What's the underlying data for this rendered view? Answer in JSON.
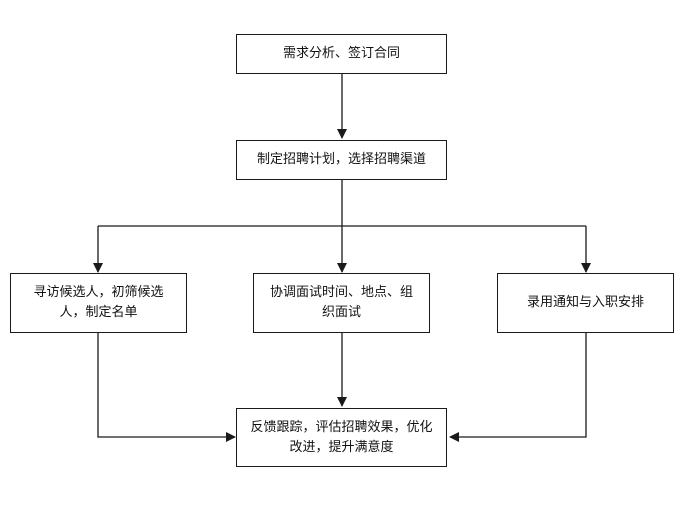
{
  "nodes": {
    "requirements": "需求分析、签订合同",
    "plan": "制定招聘计划，选择招聘渠道",
    "search": "寻访候选人，初筛候选人，制定名单",
    "interview": "协调面试时间、地点、组织面试",
    "hire": "录用通知与入职安排",
    "feedback": "反馈跟踪，评估招聘效果，优化改进，提升满意度"
  },
  "colors": {
    "stroke": "#1a1a1a",
    "fill": "#ffffff"
  }
}
